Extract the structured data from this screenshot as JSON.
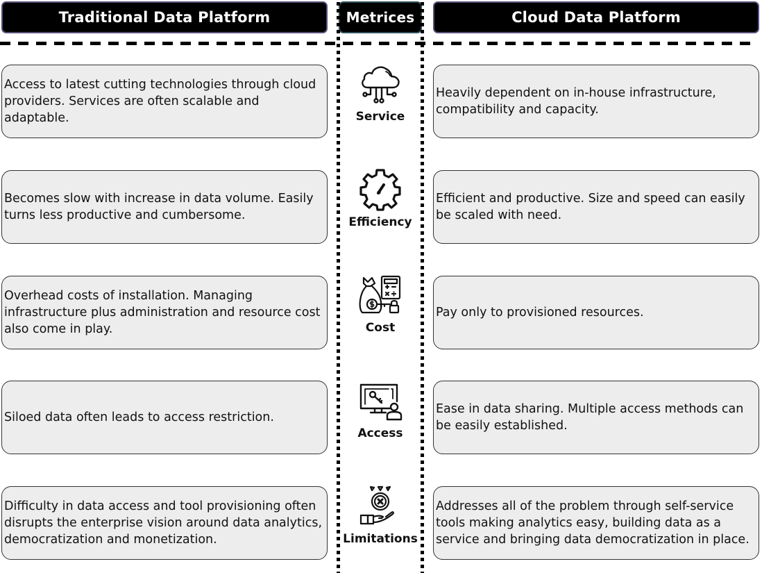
{
  "headers": {
    "traditional": "Traditional Data Platform",
    "metrics": "Metrices",
    "cloud": "Cloud Data Platform"
  },
  "colors": {
    "header_bg": "#000000",
    "header_text": "#ffffff",
    "box_bg": "#ededed",
    "box_border": "#333333"
  },
  "rows": [
    {
      "metric": "Service",
      "icon": "cloud-network-icon",
      "traditional": "Access to latest cutting technologies through cloud providers. Services are often scalable and adaptable.",
      "cloud": "Heavily dependent on in-house infrastructure, compatibility and capacity."
    },
    {
      "metric": "Efficiency",
      "icon": "gear-gauge-icon",
      "traditional": "Becomes slow with increase in data volume. Easily turns less productive and cumbersome.",
      "cloud": "Efficient and productive. Size and speed can easily be scaled with need."
    },
    {
      "metric": "Cost",
      "icon": "money-bag-calculator-icon",
      "traditional": "Overhead costs of installation. Managing infrastructure plus administration and resource cost also come in play.",
      "cloud": "Pay only to provisioned resources."
    },
    {
      "metric": "Access",
      "icon": "monitor-key-user-icon",
      "traditional": "Siloed data often leads to access restriction.",
      "cloud": "Ease in data sharing. Multiple access methods can be easily established."
    },
    {
      "metric": "Limitations",
      "icon": "hand-x-warning-icon",
      "traditional": "Difficulty in data access and tool provisioning often disrupts the enterprise vision around data analytics, democratization and monetization.",
      "cloud": "Addresses all of the problem through self-service tools making analytics easy, building data as a service and bringing data democratization in place."
    }
  ]
}
